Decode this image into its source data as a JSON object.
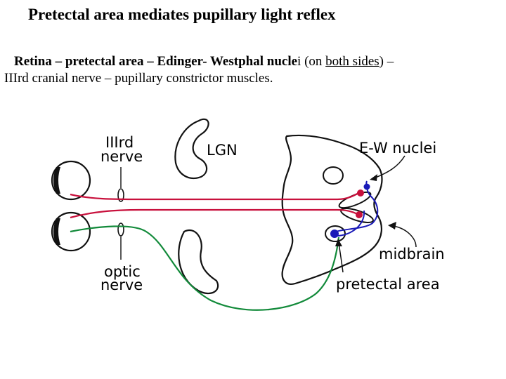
{
  "title": "Pretectal area mediates pupillary light reflex",
  "text": {
    "part_retina": "Retina",
    "dash1": " – ",
    "part_pretectal": "pretectal area",
    "dash2": " – ",
    "part_ew": "Edinger- Westphal nucle",
    "part_i": "i",
    "part_on": " (on ",
    "part_both": "both sides",
    "part_close": ") –",
    "line2": "IIIrd cranial nerve –  pupillary constrictor muscles."
  },
  "diagram": {
    "labels": {
      "third_nerve_1": "IIIrd",
      "third_nerve_2": "nerve",
      "lgn": "LGN",
      "ew_nuclei": "E-W nuclei",
      "midbrain": "midbrain",
      "optic_1": "optic",
      "optic_2": "nerve",
      "pretectal": "pretectal area"
    },
    "colors": {
      "red_pathway": "#c8103c",
      "green_pathway": "#128a3a",
      "blue_pathway": "#1a1ab8",
      "outline": "#111111"
    }
  }
}
